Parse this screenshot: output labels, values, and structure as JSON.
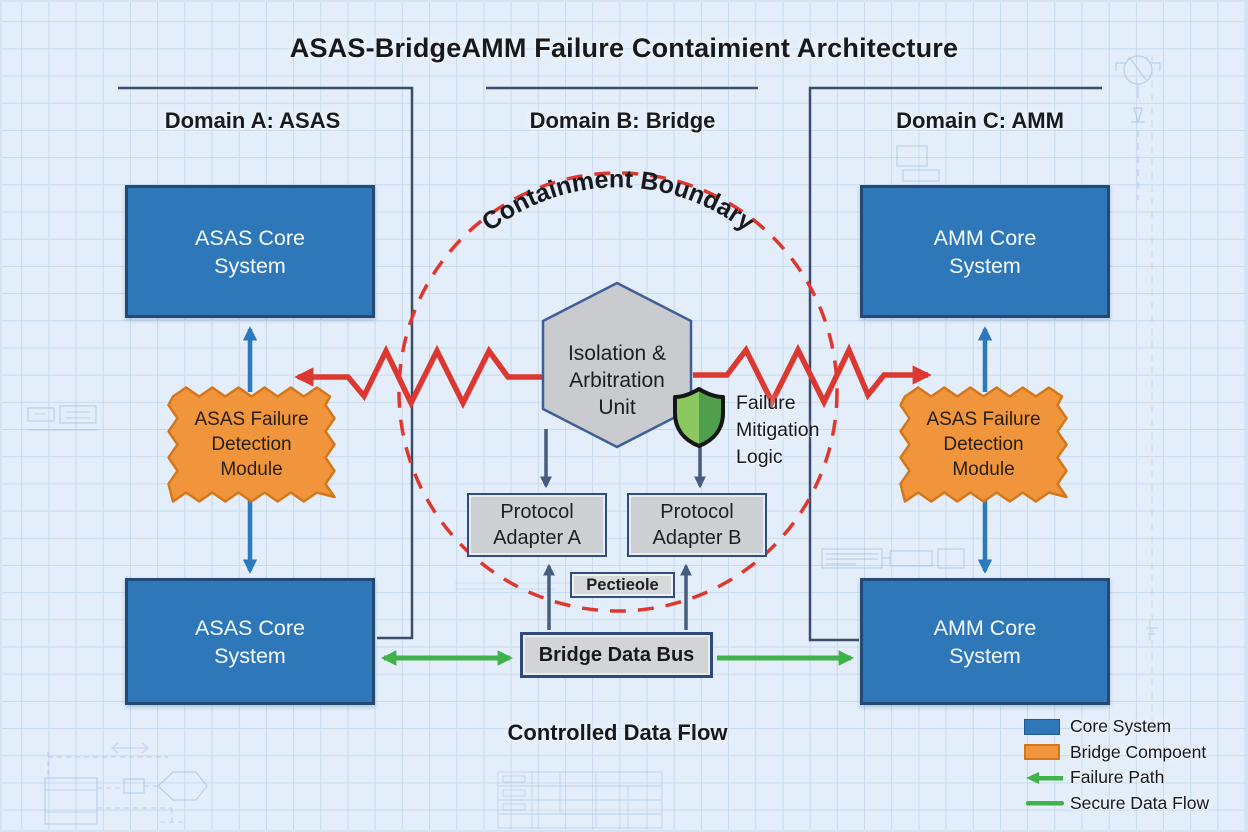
{
  "title": "ASAS-BridgeAMM Failure Contaimient Architecture",
  "domains": {
    "a": "Domain A: ASAS",
    "b": "Domain B: Bridge",
    "c": "Domain C: AMM"
  },
  "boxes": {
    "asas_core_top": "ASAS Core\nSystem",
    "failure_module_left": "ASAS Failure\nDetection\nModule",
    "asas_core_bottom": "ASAS Core\nSystem",
    "isolation_unit": "Isolation &\nArbitration\nUnit",
    "protocol_adapter_a": "Protocol\nAdapter A",
    "protocol_adapter_b": "Protocol\nAdapter B",
    "protocol_small": "Pectieole",
    "bridge_data_bus": "Bridge Data Bus",
    "amm_core_top": "AMM Core\nSystem",
    "failure_module_right": "ASAS Failure\nDetection\nModule",
    "amm_core_bottom": "AMM Core\nSystem"
  },
  "labels": {
    "containment_boundary": "Containment Boundary",
    "failure_mitigation": "Failure\nMitigation\nLogic",
    "controlled_data_flow": "Controlled Data Flow"
  },
  "icons": {
    "shield": "shield-icon"
  },
  "legend": {
    "items": [
      {
        "key": "core-system",
        "label": "Core System"
      },
      {
        "key": "bridge-component",
        "label": "Bridge Compoent"
      },
      {
        "key": "failure-path",
        "label": "Failure Path"
      },
      {
        "key": "secure-data-flow",
        "label": "Secure Data Flow"
      }
    ]
  },
  "colors": {
    "core_system_fill": "#2e78ba",
    "core_system_border": "#234a74",
    "bridge_component_fill": "#f0953c",
    "bridge_component_border": "#d4761a",
    "module_gray_fill": "#cdd0d3",
    "module_border": "#3f5e97",
    "failure_red": "#dd382f",
    "secure_green": "#3fb24a",
    "arrow_blue": "#2b7abe",
    "arrow_slate": "#475d80",
    "background": "#e3eefa",
    "grid_line": "#c6daee"
  }
}
